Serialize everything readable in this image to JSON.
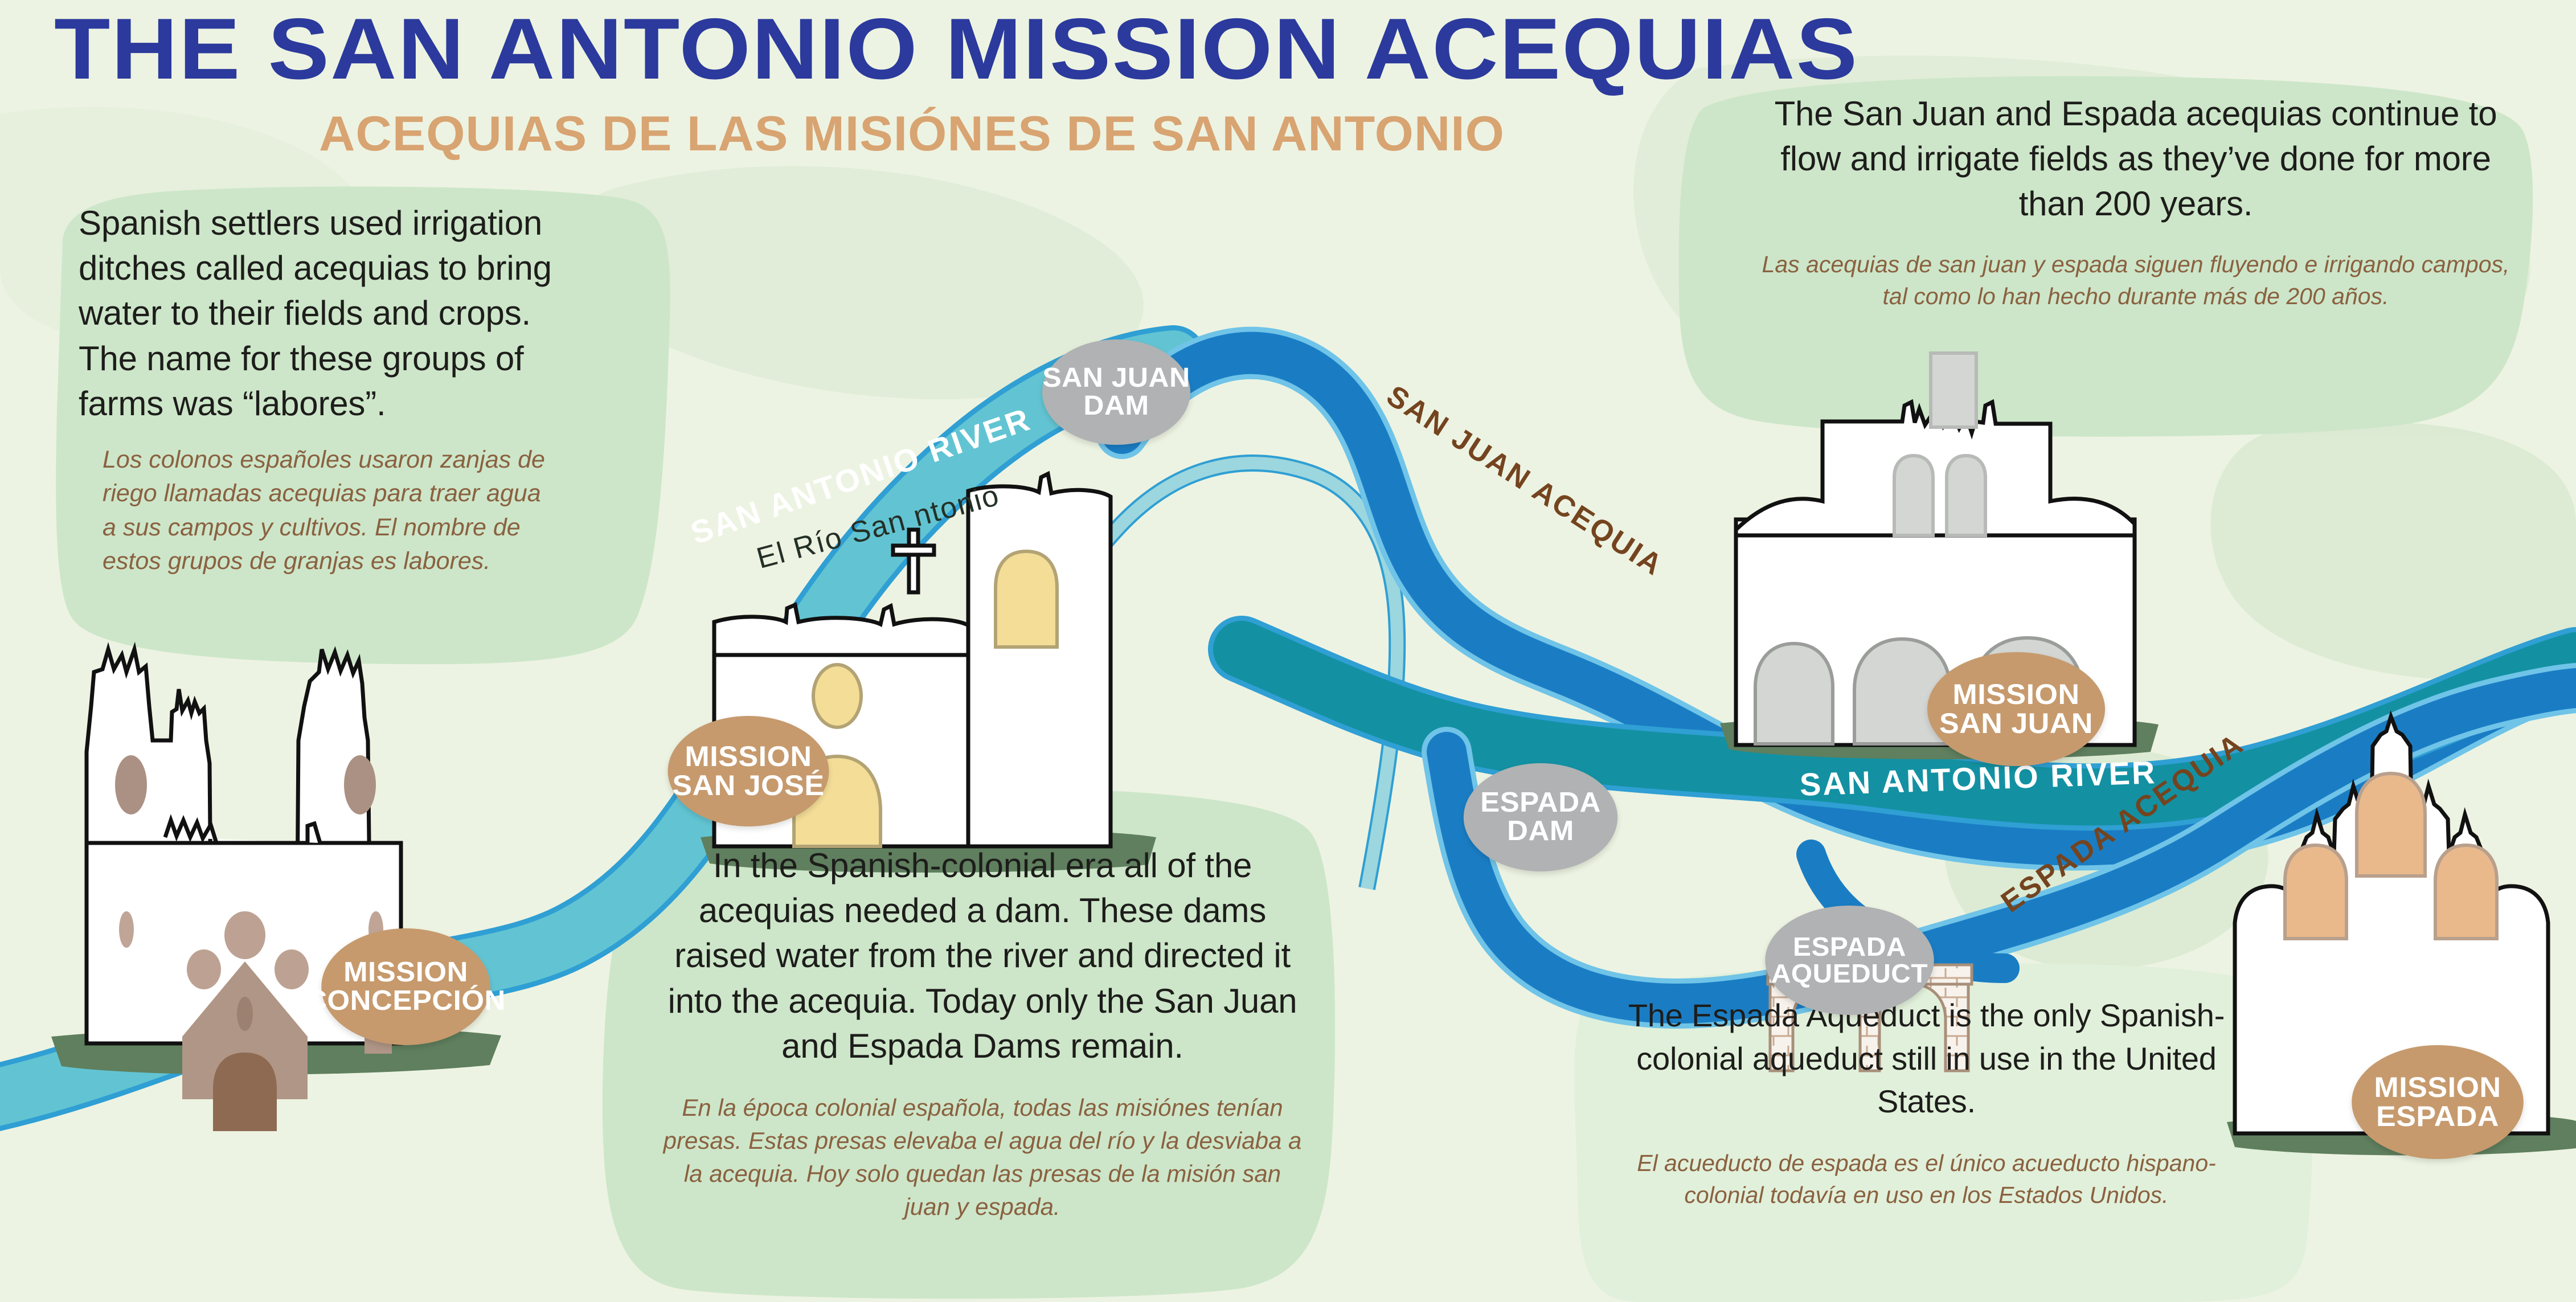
{
  "page": {
    "background_color": "#edf3e2",
    "title": "THE SAN ANTONIO MISSION ACEQUIAS",
    "title_color": "#2b3a9c",
    "subtitle": "ACEQUIAS DE LAS MISIÓNES DE SAN ANTONIO",
    "subtitle_color": "#d8a472"
  },
  "blocks": {
    "intro": {
      "english": "Spanish settlers used irrigation ditches called acequias to bring water to their fields and crops. The name for these groups of farms was  “labores”.",
      "spanish": "Los colonos españoles usaron zanjas de riego llamadas acequias para traer agua a sus campos y cultivos. El nombre de estos grupos de granjas es labores."
    },
    "top_right": {
      "english": "The San Juan and Espada acequias continue to flow and irrigate fields as they’ve done for more than 200 years.",
      "spanish": "Las acequias de san juan y espada siguen fluyendo e irrigando campos, tal como lo han hecho durante más de 200 años."
    },
    "dams": {
      "english": "In the Spanish-colonial era all of the acequias needed a dam. These dams raised water from the river and directed it into the acequia. Today only the San Juan and Espada Dams remain.",
      "spanish": "En la época colonial española, todas las misiónes tenían presas. Estas presas elevaba el agua del río y la desviaba a la acequia. Hoy solo quedan las presas de la misión san juan y espada."
    },
    "aqueduct": {
      "english": "The Espada Aqueduct is the only Spanish-colonial aqueduct still in use in the United States.",
      "spanish": "El acueducto de espada es el único acueducto hispano-colonial todavía en uso en los Estados Unidos."
    }
  },
  "map": {
    "pills": {
      "san_juan_dam": {
        "line1": "SAN JUAN",
        "line2": "DAM",
        "color": "#b0b2b4"
      },
      "espada_dam": {
        "line1": "ESPADA",
        "line2": "DAM",
        "color": "#b0b2b4"
      },
      "espada_aqueduct": {
        "line1": "ESPADA",
        "line2": "AQUEDUCT",
        "color": "#b0b2b4"
      },
      "mission_san_jose": {
        "line1": "MISSION",
        "line2": "SAN JOSÉ",
        "color": "#c69a6d"
      },
      "mission_concepcion": {
        "line1": "MISSION",
        "line2": "CONCEPCIÓN",
        "color": "#c69a6d"
      },
      "mission_san_juan": {
        "line1": "MISSION",
        "line2": "SAN JUAN",
        "color": "#c69a6d"
      },
      "mission_espada": {
        "line1": "MISSION",
        "line2": "ESPADA",
        "color": "#c69a6d"
      }
    },
    "labels": {
      "san_antonio_river_left": "SAN ANTONIO RIVER",
      "rio_san_antonio": "El Río San ntonio",
      "san_juan_acequia": "SAN JUAN ACEQUIA",
      "san_antonio_river_right": "SAN ANTONIO RIVER",
      "espada_acequia": "ESPADA ACEQUIA"
    },
    "colors": {
      "river_teal": "#58c1d0",
      "river_dark_teal": "#0e8f9e",
      "acequia_blue": "#1a7dc4",
      "acequia_blue_light": "#7fc9e8",
      "grass": "#5f7f5e",
      "blob_green": "#cbe3c6",
      "church_white": "#ffffff",
      "church_outline": "#111111",
      "window_yellow": "#f3dd97",
      "window_tan": "#e9b98c",
      "window_grey": "#d3d6d2",
      "stone": "#f4eee8"
    }
  }
}
